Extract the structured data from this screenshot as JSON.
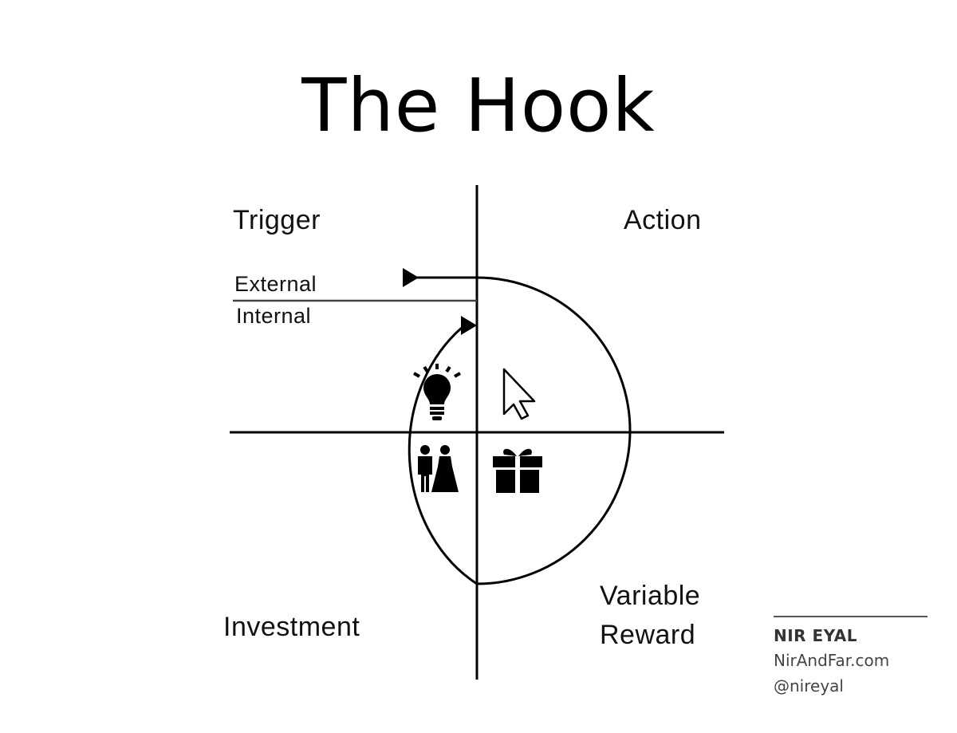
{
  "title": "The Hook",
  "quadrants": {
    "trigger": "Trigger",
    "action": "Action",
    "investment": "Investment",
    "variable_reward_line1": "Variable",
    "variable_reward_line2": "Reward"
  },
  "trigger_types": {
    "external": "External",
    "internal": "Internal"
  },
  "icons": {
    "trigger": "lightbulb-icon",
    "action": "cursor-icon",
    "investment": "couple-icon",
    "reward": "gift-icon"
  },
  "credit": {
    "name": "NIR EYAL",
    "website": "NirAndFar.com",
    "handle": "@nireyal"
  }
}
